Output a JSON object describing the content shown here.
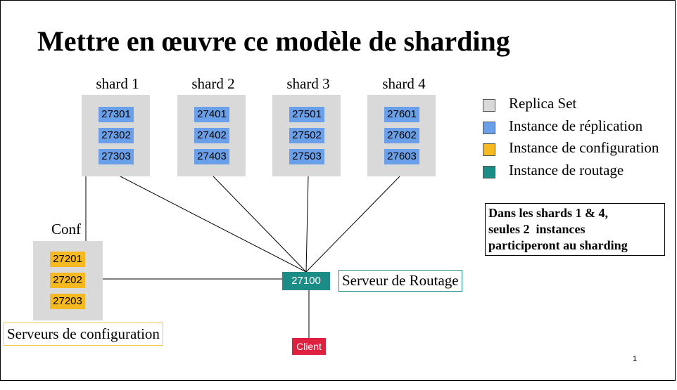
{
  "title": "Mettre en œuvre ce modèle de sharding",
  "shards": [
    {
      "label": "shard 1",
      "ports": [
        "27301",
        "27302",
        "27303"
      ]
    },
    {
      "label": "shard 2",
      "ports": [
        "27401",
        "27402",
        "27403"
      ]
    },
    {
      "label": "shard 3",
      "ports": [
        "27501",
        "27502",
        "27503"
      ]
    },
    {
      "label": "shard 4",
      "ports": [
        "27601",
        "27602",
        "27603"
      ]
    }
  ],
  "config": {
    "label": "Conf",
    "ports": [
      "27201",
      "27202",
      "27203"
    ],
    "servers_label": "Serveurs de configuration"
  },
  "router": {
    "port": "27100",
    "label": "Serveur de Routage"
  },
  "client": {
    "label": "Client"
  },
  "legend": [
    {
      "label": "Replica Set",
      "color": "#d9d9d9"
    },
    {
      "label": "Instance de réplication",
      "color": "#6aa0ea"
    },
    {
      "label": "Instance de configuration",
      "color": "#f7b920"
    },
    {
      "label": "Instance de routage",
      "color": "#1c8c86"
    }
  ],
  "note": {
    "lines": [
      "Dans les shards 1 & 4,",
      "seules 2  instances",
      "participeront au sharding"
    ]
  },
  "page_number": "1"
}
